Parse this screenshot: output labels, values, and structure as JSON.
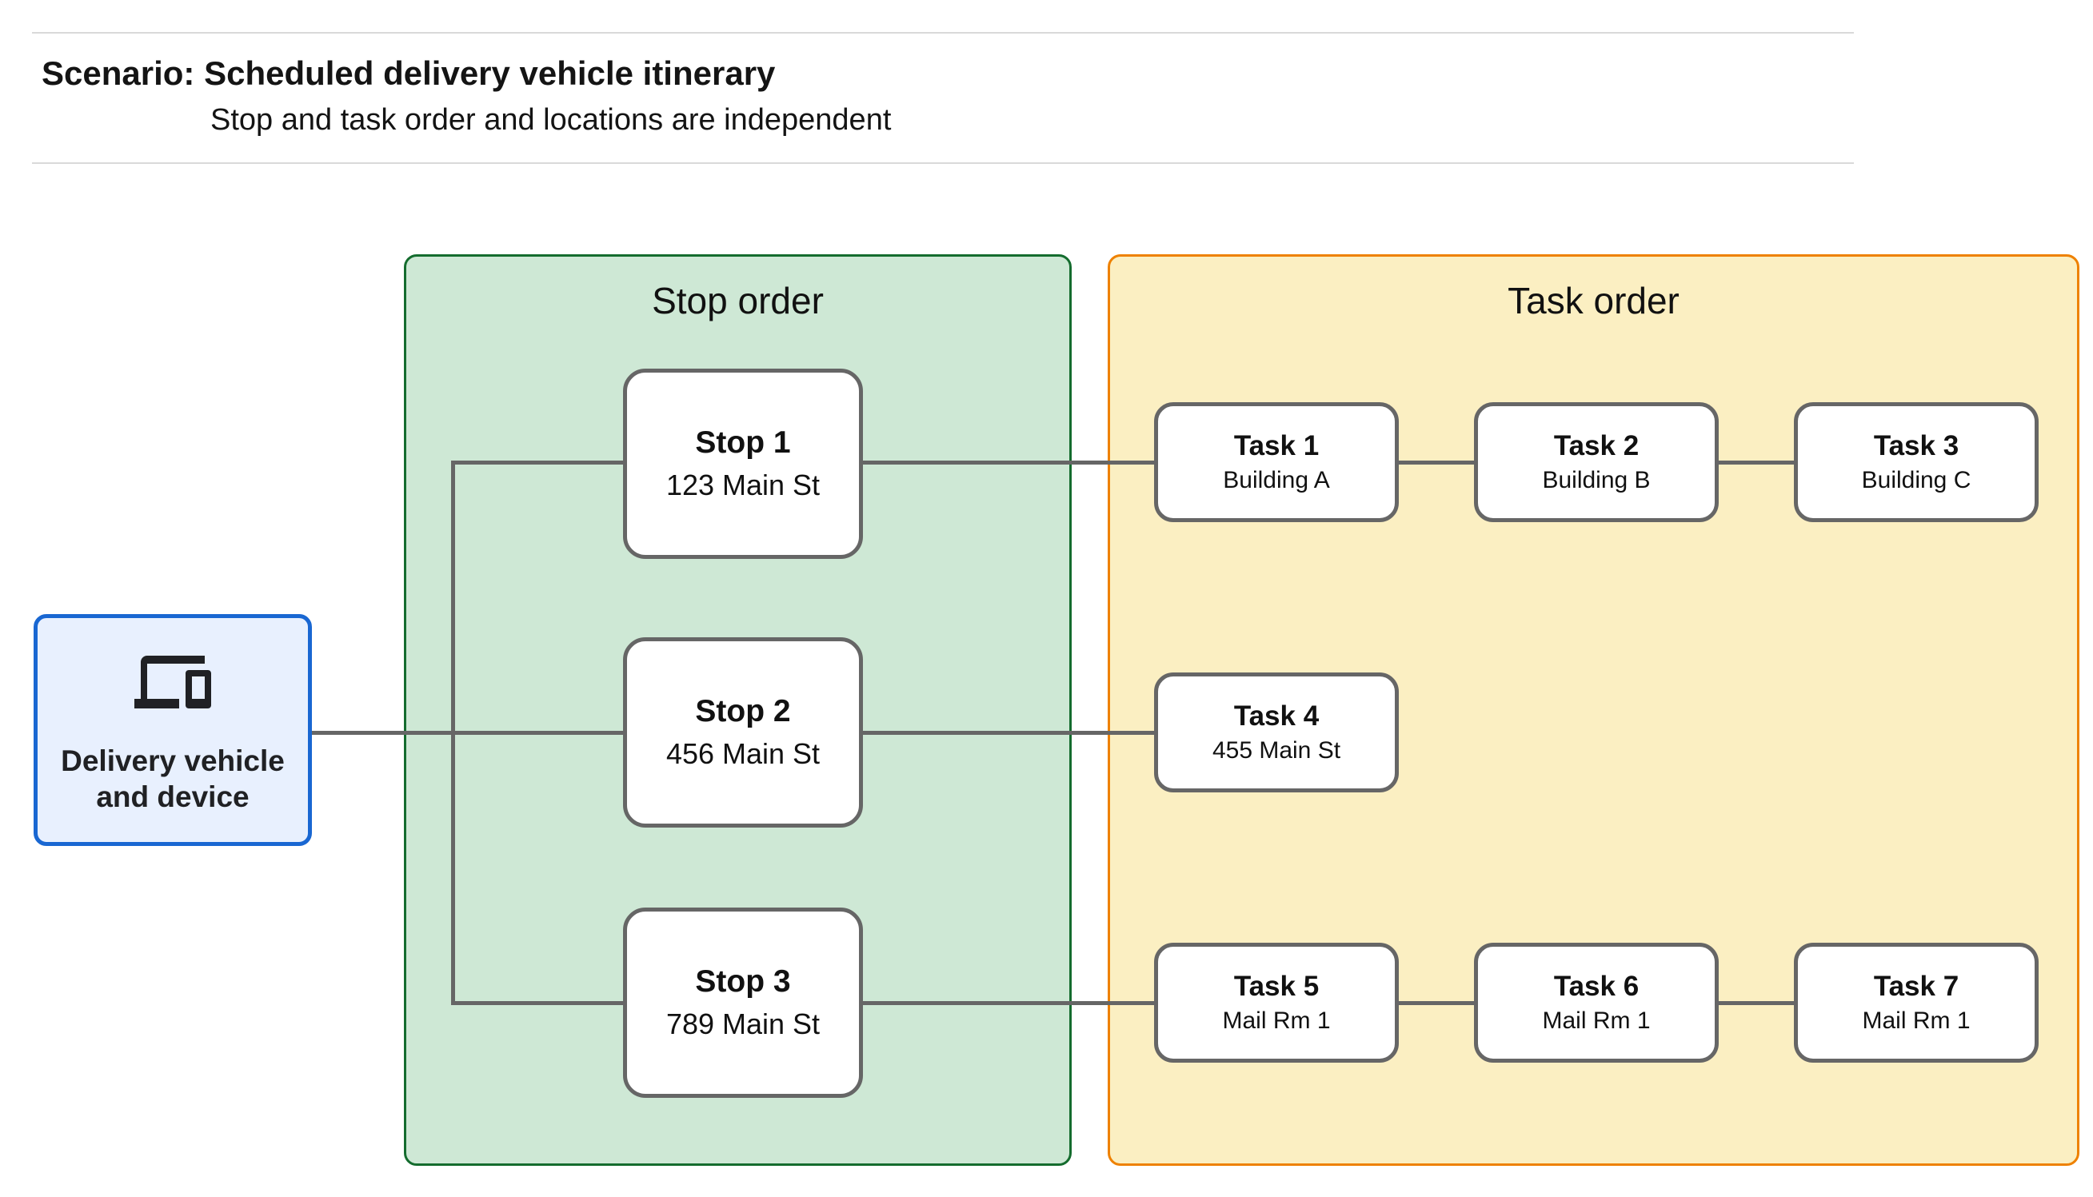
{
  "header": {
    "title": "Scenario: Scheduled delivery vehicle itinerary",
    "subtitle": "Stop and task order and locations are independent"
  },
  "vehicle": {
    "icon": "devices-icon",
    "label_line1": "Delivery vehicle",
    "label_line2": "and device"
  },
  "panels": {
    "stop_order": {
      "title": "Stop order"
    },
    "task_order": {
      "title": "Task order"
    }
  },
  "stops": [
    {
      "title": "Stop 1",
      "subtitle": "123 Main St"
    },
    {
      "title": "Stop 2",
      "subtitle": "456 Main St"
    },
    {
      "title": "Stop 3",
      "subtitle": "789 Main St"
    }
  ],
  "tasks": [
    {
      "title": "Task 1",
      "subtitle": "Building A"
    },
    {
      "title": "Task 2",
      "subtitle": "Building B"
    },
    {
      "title": "Task 3",
      "subtitle": "Building C"
    },
    {
      "title": "Task 4",
      "subtitle": "455 Main St"
    },
    {
      "title": "Task 5",
      "subtitle": "Mail Rm 1"
    },
    {
      "title": "Task 6",
      "subtitle": "Mail Rm 1"
    },
    {
      "title": "Task 7",
      "subtitle": "Mail Rm 1"
    }
  ],
  "colors": {
    "vehicle_fill": "#e8f0fe",
    "vehicle_border": "#1967d2",
    "stop_panel_fill": "#cee8d5",
    "stop_panel_border": "#146c2e",
    "task_panel_fill": "#fbefc2",
    "task_panel_border": "#ee8100",
    "node_border": "#666666",
    "connector": "#666666",
    "divider": "#d9d9d9",
    "text": "#111111"
  }
}
